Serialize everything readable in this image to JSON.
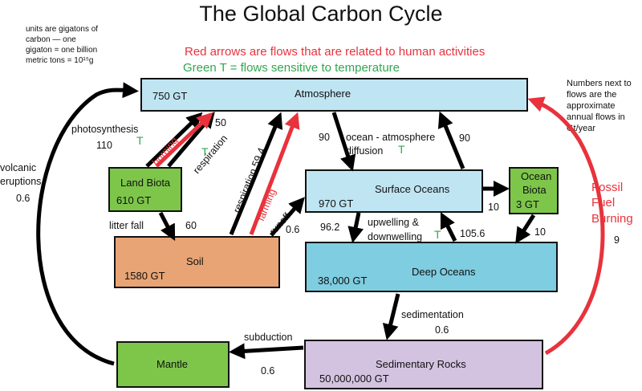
{
  "title": "The Global Carbon Cycle",
  "units_note": [
    "units are gigatons of",
    "carbon — one",
    "gigaton = one billion",
    "metric tons = 10¹⁵g"
  ],
  "legend": {
    "red": "Red arrows are flows that are related to human activities",
    "green": "Green T = flows sensitive to temperature"
  },
  "numbers_note": [
    "Numbers next to",
    "flows are the",
    "approximate",
    "annual flows in",
    "Gt/year"
  ],
  "colors": {
    "red": "#e8323c",
    "green": "#2fa84f",
    "atmosphere": "#bfe5f2",
    "biota": "#7dc64a",
    "soil": "#e8a474",
    "deep": "#7fcde0",
    "rocks": "#d3c3e0"
  },
  "boxes": {
    "atmosphere": {
      "name": "Atmosphere",
      "value": "750 GT"
    },
    "land_biota": {
      "name": "Land Biota",
      "value": "610 GT"
    },
    "soil": {
      "name": "Soil",
      "value": "1580 GT"
    },
    "surface_oceans": {
      "name": "Surface Oceans",
      "value": "970 GT"
    },
    "ocean_biota": {
      "name1": "Ocean",
      "name2": "Biota",
      "value": "3 GT"
    },
    "deep_oceans": {
      "name": "Deep Oceans",
      "value": "38,000 GT"
    },
    "mantle": {
      "name": "Mantle"
    },
    "sedimentary_rocks": {
      "name": "Sedimentary Rocks",
      "value": "50,000,000 GT"
    }
  },
  "flows": {
    "photosynthesis": {
      "label": "photosynthesis",
      "value": "110"
    },
    "burning": {
      "label": "burning"
    },
    "respiration_land": {
      "label": "respiration",
      "value": "50"
    },
    "volcanic": {
      "label1": "volcanic",
      "label2": "eruptions",
      "value": "0.6"
    },
    "litter_fall": {
      "label": "litter fall",
      "value": "60"
    },
    "respiration_soil": {
      "label": "respiration 59.4"
    },
    "farming": {
      "label": "farming"
    },
    "runoff": {
      "label": "runoff",
      "value": "0.6"
    },
    "ocean_atm_down": {
      "value": "90"
    },
    "ocean_atm_up": {
      "value": "90"
    },
    "ocean_atm_label1": "ocean - atmosphere",
    "ocean_atm_label2": "diffusion",
    "to_ocean_biota": {
      "value": "10"
    },
    "ocean_biota_to_deep": {
      "value": "10"
    },
    "downwelling": {
      "value": "96.2"
    },
    "upwelling": {
      "value": "105.6"
    },
    "upwelling_label1": "upwelling &",
    "upwelling_label2": "downwelling",
    "sedimentation": {
      "label": "sedimentation",
      "value": "0.6"
    },
    "subduction": {
      "label": "subduction",
      "value": "0.6"
    },
    "fossil": {
      "label1": "Fossil",
      "label2": "Fuel",
      "label3": "Burning",
      "value": "9"
    }
  },
  "temperature_marker": "T"
}
